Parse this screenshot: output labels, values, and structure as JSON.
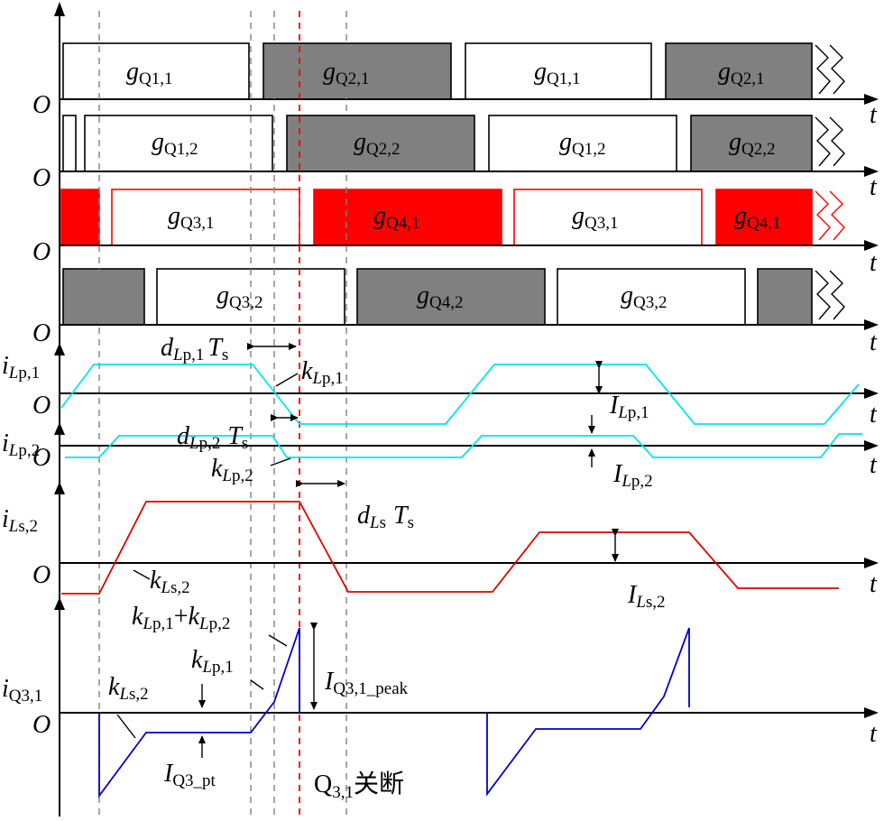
{
  "axes": {
    "origin_label": "O",
    "time_label": "t"
  },
  "gate_rows": [
    {
      "pulses": [
        {
          "base": "g",
          "sub": "Q1,1"
        },
        {
          "base": "g",
          "sub": "Q2,1"
        },
        {
          "base": "g",
          "sub": "Q1,1"
        },
        {
          "base": "g",
          "sub": "Q2,1"
        }
      ]
    },
    {
      "pulses": [
        {
          "base": "g",
          "sub": "Q1,2"
        },
        {
          "base": "g",
          "sub": "Q2,2"
        },
        {
          "base": "g",
          "sub": "Q1,2"
        },
        {
          "base": "g",
          "sub": "Q2,2"
        }
      ]
    },
    {
      "pulses": [
        {
          "base": "g",
          "sub": "Q3,1"
        },
        {
          "base": "g",
          "sub": "Q4,1"
        },
        {
          "base": "g",
          "sub": "Q3,1"
        },
        {
          "base": "g",
          "sub": "Q4,1"
        }
      ]
    },
    {
      "pulses": [
        {
          "base": "g",
          "sub": "Q3,2"
        },
        {
          "base": "g",
          "sub": "Q4,2"
        },
        {
          "base": "g",
          "sub": "Q3,2"
        }
      ]
    }
  ],
  "waveforms": {
    "iLp1": {
      "base": "i",
      "sub_italic": "L",
      "sub": "p,1"
    },
    "iLp2": {
      "base": "i",
      "sub_italic": "L",
      "sub": "p,2"
    },
    "iLs2": {
      "base": "i",
      "sub_italic": "L",
      "sub": "s,2"
    },
    "iQ31": {
      "base": "i",
      "sub": "Q3,1"
    }
  },
  "annotations": {
    "dLp1": {
      "d": "d",
      "sub_italic": "L",
      "sub": "p,1",
      "T": "T",
      "Tsub": "s"
    },
    "dLp2": {
      "d": "d",
      "sub_italic": "L",
      "sub": "p,2",
      "T": "T",
      "Tsub": "s"
    },
    "dLs": {
      "d": "d",
      "sub_italic": "L",
      "sub": "s",
      "T": "T",
      "Tsub": "s"
    },
    "kLp1": {
      "k": "k",
      "sub_italic": "L",
      "sub": "p,1"
    },
    "kLp2": {
      "k": "k",
      "sub_italic": "L",
      "sub": "p,2"
    },
    "kLs2": {
      "k": "k",
      "sub_italic": "L",
      "sub": "s,2"
    },
    "kLs2_b": {
      "k": "k",
      "sub_italic": "L",
      "sub": "s,2"
    },
    "kLp1_b": {
      "k": "k",
      "sub_italic": "L",
      "sub": "p,1"
    },
    "kSum": {
      "k1": "k",
      "sub1_italic": "L",
      "sub1": "p,1",
      "plus": "+",
      "k2": "k",
      "sub2_italic": "L",
      "sub2": "p",
      "sub2b": ",2"
    },
    "ILp1": {
      "I": "I",
      "sub_italic": "L",
      "sub": "p,1"
    },
    "ILp2": {
      "I": "I",
      "sub_italic": "L",
      "sub": "p,2"
    },
    "ILs2": {
      "I": "I",
      "sub_italic": "L",
      "sub": "s,2"
    },
    "IQ31peak": {
      "I": "I",
      "sub": "Q3,1_peak"
    },
    "IQ3pt": {
      "I": "I",
      "sub": "Q3_pt"
    },
    "turnoff": {
      "Q": "Q",
      "sub": "3,1",
      "text": "关断"
    }
  }
}
